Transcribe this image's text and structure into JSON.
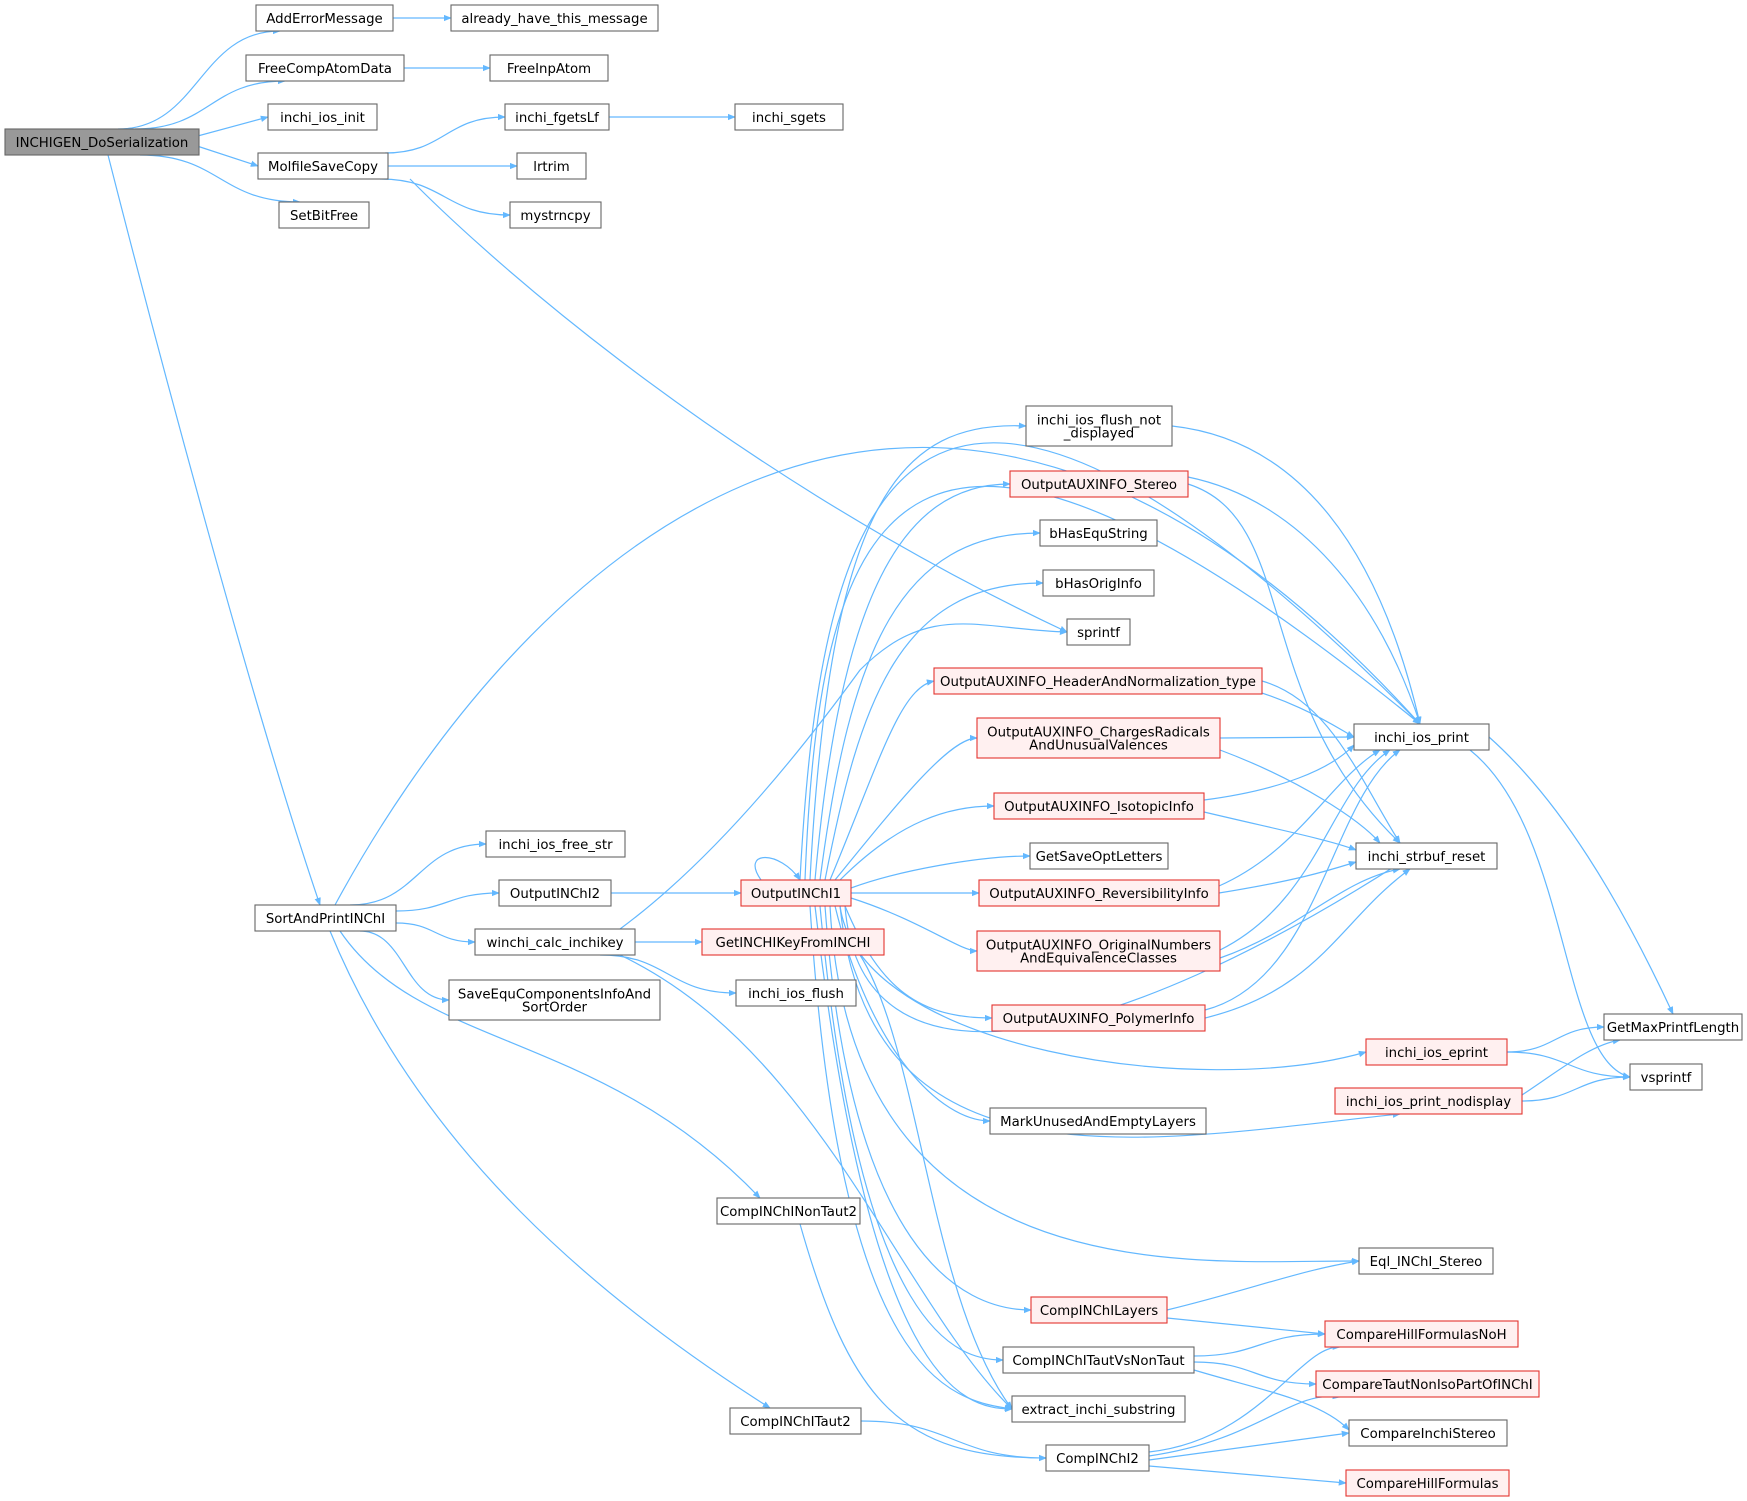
{
  "graph": {
    "colors": {
      "edge": "#63b8ff",
      "node_border": "#666666",
      "node_fill": "#ffffff",
      "root_fill": "#999999",
      "red_border": "#e3342f",
      "red_fill": "#fff0f0"
    },
    "nodes": {
      "n_root": [
        "INCHIGEN_DoSerialization"
      ],
      "n_adderr": [
        "AddErrorMessage"
      ],
      "n_already": [
        "already_have_this_message"
      ],
      "n_freecomp": [
        "FreeCompAtomData"
      ],
      "n_freeinp": [
        "FreeInpAtom"
      ],
      "n_iosinit": [
        "inchi_ios_init"
      ],
      "n_molfile": [
        "MolfileSaveCopy"
      ],
      "n_fgets": [
        "inchi_fgetsLf"
      ],
      "n_sgets": [
        "inchi_sgets"
      ],
      "n_lrtrim": [
        "lrtrim"
      ],
      "n_mystrn": [
        "mystrncpy"
      ],
      "n_setbit": [
        "SetBitFree"
      ],
      "n_flushnd": [
        "inchi_ios_flush_not",
        "_displayed"
      ],
      "n_auxstereo": [
        "OutputAUXINFO_Stereo"
      ],
      "n_bhasequ": [
        "bHasEquString"
      ],
      "n_bhasorig": [
        "bHasOrigInfo"
      ],
      "n_sprintf": [
        "sprintf"
      ],
      "n_auxhdr": [
        "OutputAUXINFO_HeaderAndNormalization_type"
      ],
      "n_auxchg": [
        "OutputAUXINFO_ChargesRadicals",
        "AndUnusualValences"
      ],
      "n_iosprint": [
        "inchi_ios_print"
      ],
      "n_auxiso": [
        "OutputAUXINFO_IsotopicInfo"
      ],
      "n_getsave": [
        "GetSaveOptLetters"
      ],
      "n_strbuf": [
        "inchi_strbuf_reset"
      ],
      "n_freestr": [
        "inchi_ios_free_str"
      ],
      "n_out2": [
        "OutputINChI2"
      ],
      "n_out1": [
        "OutputINChI1"
      ],
      "n_auxrev": [
        "OutputAUXINFO_ReversibilityInfo"
      ],
      "n_sortprint": [
        "SortAndPrintINChI"
      ],
      "n_winchikey": [
        "winchi_calc_inchikey"
      ],
      "n_getkey": [
        "GetINCHIKeyFromINCHI"
      ],
      "n_auxorig": [
        "OutputAUXINFO_OriginalNumbers",
        "AndEquivalenceClasses"
      ],
      "n_saveequ": [
        "SaveEquComponentsInfoAnd",
        "SortOrder"
      ],
      "n_iosflush": [
        "inchi_ios_flush"
      ],
      "n_auxpoly": [
        "OutputAUXINFO_PolymerInfo"
      ],
      "n_getmax": [
        "GetMaxPrintfLength"
      ],
      "n_eprint": [
        "inchi_ios_eprint"
      ],
      "n_vsprintf": [
        "vsprintf"
      ],
      "n_nodisp": [
        "inchi_ios_print_nodisplay"
      ],
      "n_markunused": [
        "MarkUnusedAndEmptyLayers"
      ],
      "n_nontaut2": [
        "CompINChINonTaut2"
      ],
      "n_eqlstereo": [
        "Eql_INChI_Stereo"
      ],
      "n_layers": [
        "CompINChILayers"
      ],
      "n_hillnoh": [
        "CompareHillFormulasNoH"
      ],
      "n_tautvs": [
        "CompINChITautVsNonTaut"
      ],
      "n_tautnoniso": [
        "CompareTautNonIsoPartOfINChI"
      ],
      "n_extract": [
        "extract_inchi_substring"
      ],
      "n_taut2": [
        "CompINChITaut2"
      ],
      "n_compinchi2": [
        "CompINChI2"
      ],
      "n_cmpstereo": [
        "CompareInchiStereo"
      ],
      "n_hill": [
        "CompareHillFormulas"
      ]
    }
  }
}
